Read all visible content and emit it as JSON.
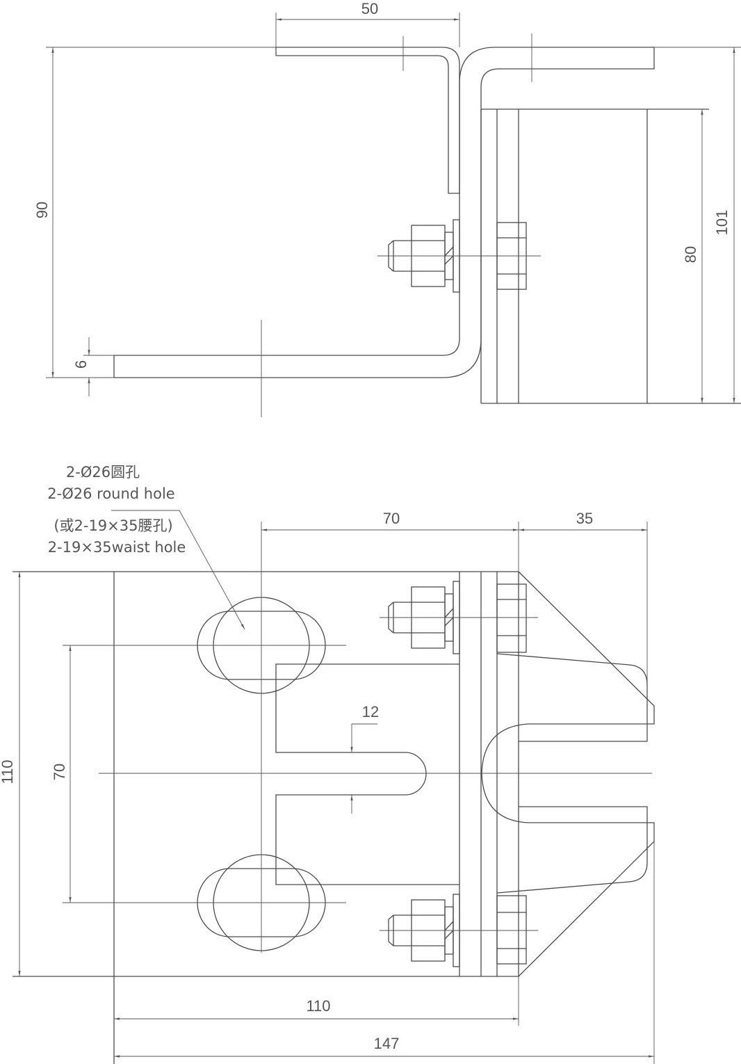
{
  "top_view": {
    "dims": {
      "width_top": "50",
      "height_left": "90",
      "thickness": "6",
      "height_block": "80",
      "height_total": "101"
    }
  },
  "bottom_view": {
    "note": {
      "line1": "2-Ø26圆孔",
      "line2": "2-Ø26 round hole",
      "line3": "(或2-19×35腰孔)",
      "line4": "2-19×35waist hole"
    },
    "dims": {
      "hole_to_plate": "70",
      "flange": "35",
      "slot_width": "12",
      "height_total": "110",
      "hole_spacing": "70",
      "width_base": "110",
      "width_total": "147"
    }
  }
}
